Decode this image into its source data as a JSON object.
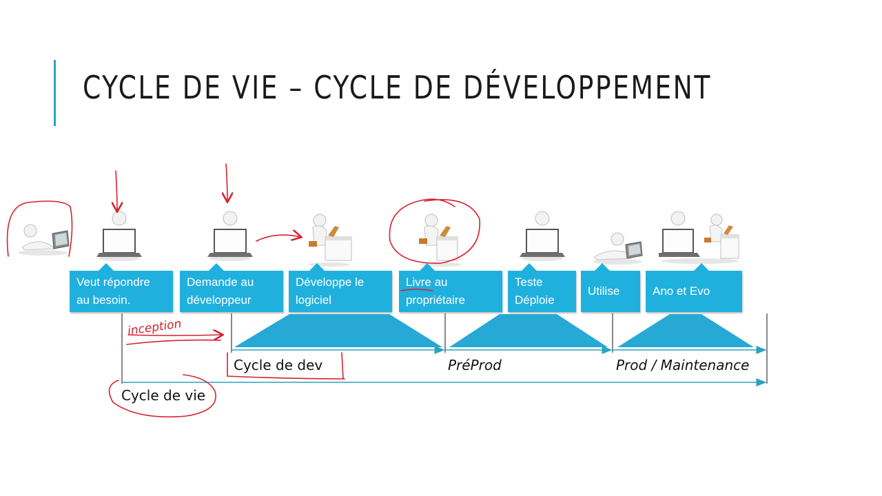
{
  "slide": {
    "title": "CYCLE DE VIE – CYCLE DE DÉVELOPPEMENT"
  },
  "roles": [
    {
      "id": "client",
      "icon": "person-lying-laptop-icon"
    },
    {
      "id": "owner",
      "icon": "person-laptop-icon"
    },
    {
      "id": "owner-request",
      "icon": "person-laptop-icon"
    },
    {
      "id": "developer",
      "icon": "person-at-desk-icon"
    },
    {
      "id": "developer-deliver",
      "icon": "person-at-desk-icon"
    },
    {
      "id": "ops",
      "icon": "person-laptop-icon"
    },
    {
      "id": "user",
      "icon": "person-lying-laptop-icon"
    },
    {
      "id": "maintenance-team",
      "icon": "two-persons-icon"
    }
  ],
  "steps": [
    {
      "line1": "Veut répondre",
      "line2": "au besoin."
    },
    {
      "line1": "Demande au",
      "line2": "développeur"
    },
    {
      "line1": "Développe le",
      "line2": "logiciel"
    },
    {
      "line1": "Livre au",
      "line2": "propriétaire"
    },
    {
      "line1": "Teste",
      "line2": "Déploie"
    },
    {
      "line1": "Utilise",
      "line2": ""
    },
    {
      "line1": "Ano et Evo",
      "line2": ""
    }
  ],
  "phases": {
    "dev": "Cycle de dev",
    "preprod": "PréProd",
    "prod": "Prod / Maintenance",
    "life": "Cycle de vie"
  },
  "annotations": {
    "inception": "inception"
  },
  "colors": {
    "accent": "#2aa3bf",
    "callout": "#20b0de",
    "trapezoid": "#27a9d6",
    "arrow": "#2aa3bf",
    "ink": "#d6202e"
  }
}
